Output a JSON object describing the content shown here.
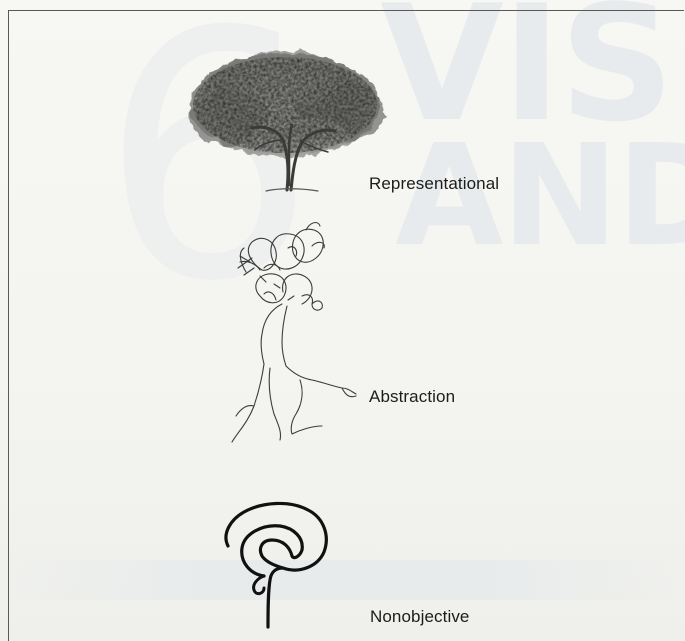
{
  "figure": {
    "captions": {
      "representational": "Representational",
      "abstraction": "Abstraction",
      "nonobjective": "Nonobjective"
    },
    "icons": {
      "representational": "tree-drawing-icon",
      "abstraction": "scribbled-tree-icon",
      "nonobjective": "spiral-stem-icon"
    }
  },
  "colors": {
    "paper": "#f4f4f0",
    "ink": "#1c1c1c",
    "bleed_through": "#e4e8ec"
  }
}
